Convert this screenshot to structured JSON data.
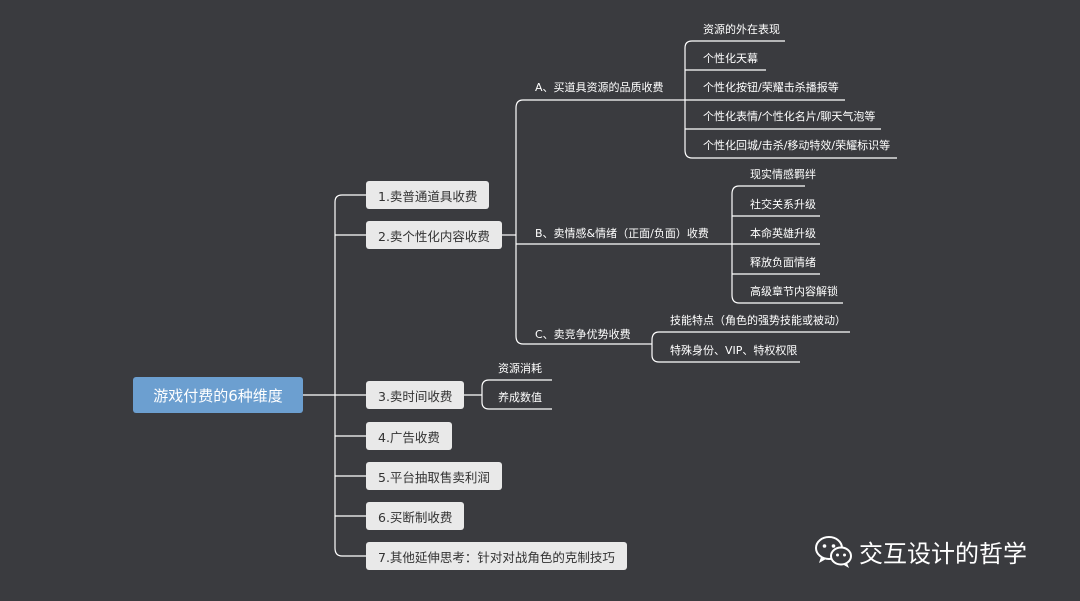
{
  "root": "游戏付费的6种维度",
  "l1": [
    "1.卖普通道具收费",
    "2.卖个性化内容收费",
    "3.卖时间收费",
    "4.广告收费",
    "5.平台抽取售卖利润",
    "6.买断制收费",
    "7.其他延伸思考：针对对战角色的克制技巧"
  ],
  "l2": {
    "a": "A、买道具资源的品质收费",
    "b": "B、卖情感&情绪（正面/负面）收费",
    "c": "C、卖竞争优势收费"
  },
  "a_items": [
    "资源的外在表现",
    "个性化天幕",
    "个性化按钮/荣耀击杀播报等",
    "个性化表情/个性化名片/聊天气泡等",
    "个性化回城/击杀/移动特效/荣耀标识等"
  ],
  "b_items": [
    "现实情感羁绊",
    "社交关系升级",
    "本命英雄升级",
    "释放负面情绪",
    "高级章节内容解锁"
  ],
  "c_items": [
    "技能特点（角色的强势技能或被动）",
    "特殊身份、VIP、特权权限"
  ],
  "time_items": [
    "资源消耗",
    "养成数值"
  ],
  "watermark": "交互设计的哲学",
  "colors": {
    "background": "#3a3b3f",
    "root": "#6c9fd0",
    "node": "#e9e9e9",
    "line": "#ffffff"
  }
}
